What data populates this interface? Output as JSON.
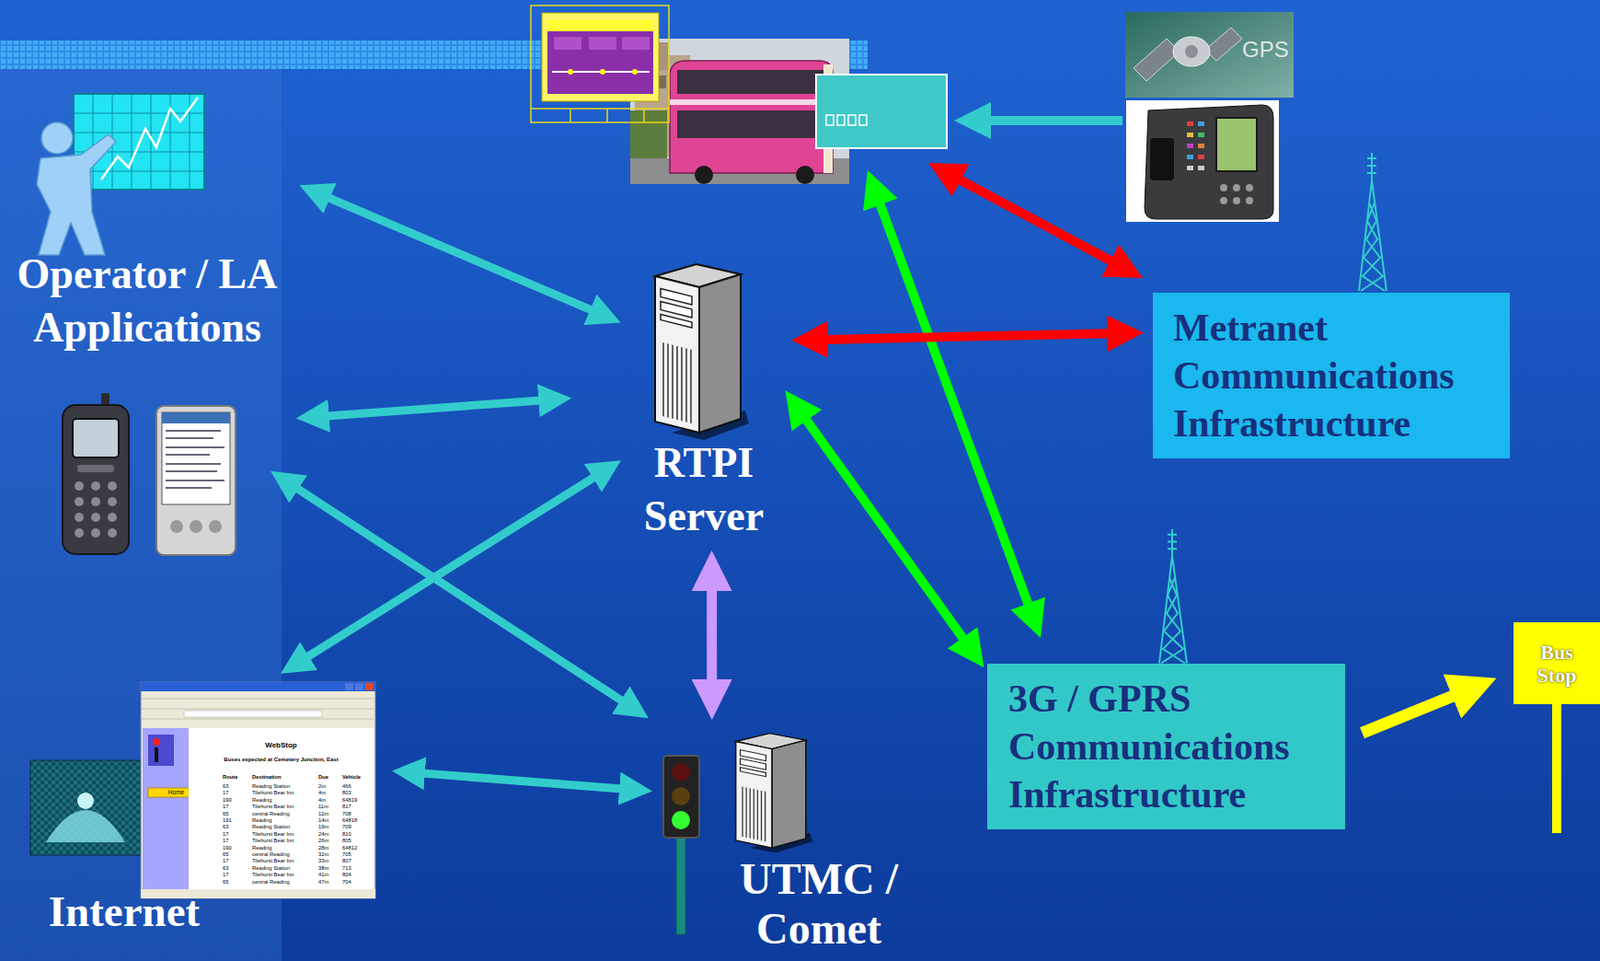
{
  "diagram": {
    "nodes": [
      {
        "text": [
          "Operator / LA Applications"
        ]
      },
      {
        "text": [
          "RTPI Server"
        ]
      },
      {
        "text": [
          "Metranet Communications Infrastructure"
        ]
      },
      {
        "text": [
          "3G / GPRS Communications Infrastructure"
        ]
      },
      {
        "text": [
          "Bus Stop"
        ]
      },
      {
        "text": [
          "UTMC / Comet"
        ]
      },
      {
        "text": [
          "Internet"
        ]
      }
    ],
    "edges": [
      {
        "from": 0,
        "to": 1,
        "arrow": "both"
      },
      {
        "from": 6,
        "to": 1,
        "arrow": "both"
      },
      {
        "from": 6,
        "to": 5,
        "arrow": "both"
      },
      {
        "from": 1,
        "to": 5,
        "arrow": "both"
      },
      {
        "from": 1,
        "to": 2,
        "arrow": "both"
      },
      {
        "from": 1,
        "to": 3,
        "arrow": "both"
      },
      {
        "from": 3,
        "to": 4,
        "arrow": "to"
      }
    ],
    "labels": [
      "GPS",
      "Home",
      "WebStop",
      "Buses expected at Cemetery Junction, East",
      "Route",
      "Destination",
      "Due",
      "Vehicle",
      "63",
      "Reading Station",
      "2m",
      "466",
      "17",
      "Tilehurst Bear Inn",
      "4m",
      "803",
      "190",
      "Reading",
      "4m",
      "64819",
      "17",
      "Tilehurst Bear Inn",
      "11m",
      "817",
      "65",
      "central Reading",
      "12m",
      "708",
      "191",
      "Reading",
      "14m",
      "64818",
      "63",
      "Reading Station",
      "19m",
      "709",
      "17",
      "Tilehurst Bear Inn",
      "24m",
      "810",
      "17",
      "Tilehurst Bear Inn",
      "26m",
      "805",
      "190",
      "Reading",
      "28m",
      "64812",
      "65",
      "central Reading",
      "32m",
      "705",
      "17",
      "Tilehurst Bear Inn",
      "33m",
      "807",
      "63",
      "Reading Station",
      "38m",
      "713",
      "17",
      "Tilehurst Bear Inn",
      "41m",
      "804",
      "65",
      "central Reading",
      "47m",
      "704"
    ]
  }
}
